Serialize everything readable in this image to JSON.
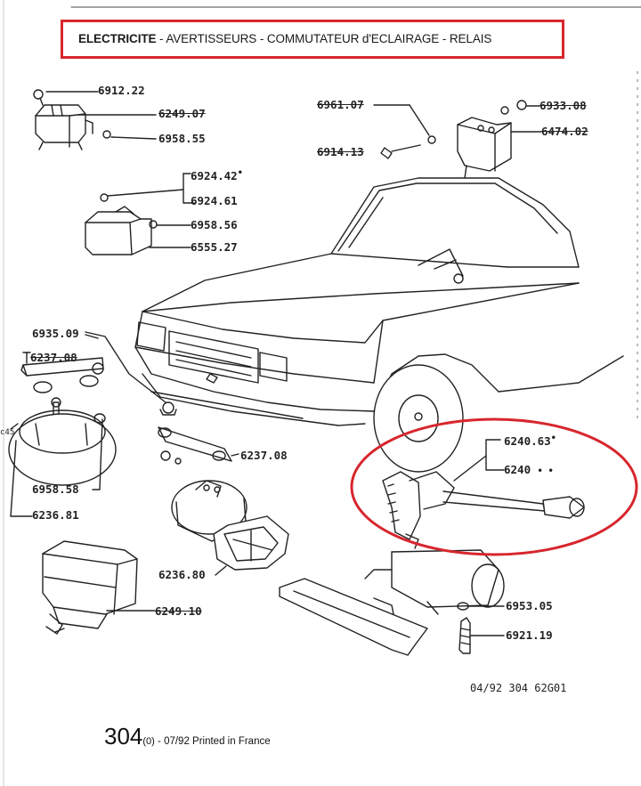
{
  "header": {
    "title_bold": "ELECTRICITE",
    "title_rest": " - AVERTISSEURS - COMMUTATEUR d'ECLAIRAGE - RELAIS"
  },
  "labels": {
    "p6912_22": "6912.22",
    "p6249_07": "6249.07",
    "p6958_55": "6958.55",
    "p6924_42": "6924.42",
    "p6924_61": "6924.61",
    "p6958_56": "6958.56",
    "p6555_27": "6555.27",
    "p6961_07": "6961.07",
    "p6933_08": "6933.08",
    "p6474_02": "6474.02",
    "p6914_13": "6914.13",
    "p6935_09": "6935.09",
    "p6237_08a": "6237.08",
    "p6237_08b": "6237.08",
    "p6958_58": "6958.58",
    "p6236_81": "6236.81",
    "p6236_80": "6236.80",
    "p6249_10": "6249.10",
    "p6240_63": "6240.63",
    "p6240": "6240",
    "p6953_05": "6953.05",
    "p6921_19": "6921.19",
    "side_mark": "c45",
    "star": "•",
    "dots": "• •"
  },
  "reference": "04/92 304 62G01",
  "footer": {
    "page": "304",
    "sub": "(0)",
    "text": " - 07/92 Printed in France"
  },
  "colors": {
    "highlight": "#d7262e",
    "ink": "#222222"
  }
}
